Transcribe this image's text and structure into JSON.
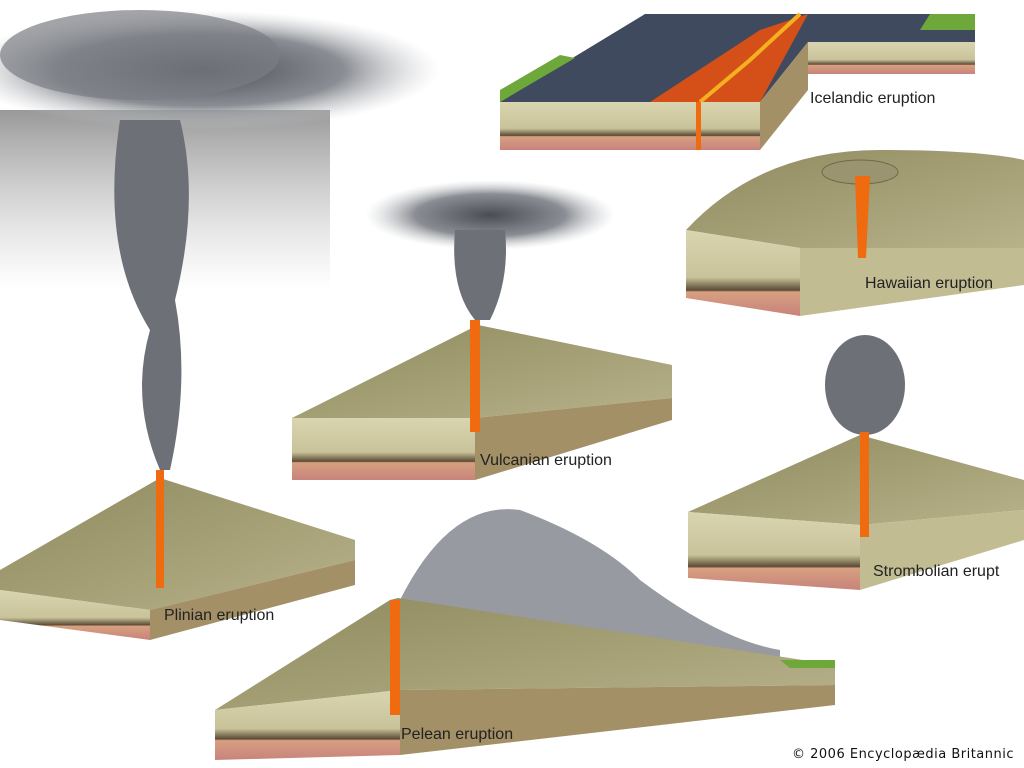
{
  "labels": {
    "icelandic": "Icelandic eruption",
    "hawaiian": "Hawaiian eruption",
    "vulcanian": "Vulcanian eruption",
    "strombolian": "Strombolian erupt",
    "plinian": "Plinian eruption",
    "pelean": "Pelean eruption"
  },
  "copyright": "© 2006 Encyclopædia Britannic",
  "colors": {
    "lava": "#f06a10",
    "rock_top": "#a8a47a",
    "rock_side": "#d9d5b0",
    "crust": "#d7a080",
    "mantle": "#c8837c",
    "ash": "#6d7077",
    "grass": "#6ea83a",
    "basalt": "#3f4a5e"
  }
}
